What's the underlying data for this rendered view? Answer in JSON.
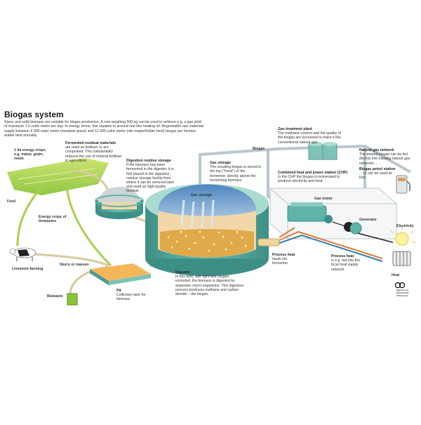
{
  "title": "Biogas system",
  "intro": "Slurry and solid biomass are suitable for biogas production. A cow weighing 500 kg can be used to achieve e.g. a gas yield of maximum 1.5 cubic metre per day. In energy terms, this equates to around one litre heating oil. Regrowable raw materials supply between 6 000 cubic metre (meadow grass) and 12 000 cubic metre (silo maize/fodder beet) biogas per hectare arable land annually.",
  "labels": {
    "energy_crops": "1 ha energy crops, e.g. maize, grain, reeds",
    "fermented_title": "Fermented residual materials",
    "fermented_text": "are used as fertiliser or are composted. This substantially reduces the use of mineral fertiliser in agriculture.",
    "digestion_title": "Digestion residue storage",
    "digestion_text": "If the biomass has been fermented in the digester, it is first placed in the digestion residue storage facility from where it can be removed later and used as high-quality fertiliser.",
    "feed": "Feed",
    "energy_crops_biowaste": "Energy crops of biowastes",
    "livestock": "Livestock farming",
    "slurry": "Slurry or manure",
    "biowaste": "Biowaste",
    "pit_title": "Pit",
    "pit_text": "Collection tank for biomass",
    "biogas": "Biogas",
    "gas_storage_title": "Gas storage",
    "gas_storage_text": "The resulting biogas is stored in the top (\"hood\") of the fermenter, directly above the fermenting biomass.",
    "gas_storage_dome": "Gas storage",
    "treatment_title": "Gas treatment plant",
    "treatment_text": "The methane content and the quality of the biogas are increased to make it like conventional natural gas.",
    "chp_title": "Combined heat and power station (CHP)",
    "chp_text": "In the CHP the biogas is incinerated to produce electricity and heat.",
    "natural_gas_title": "Natural gas network",
    "natural_gas_text": "The treated biogas can be fed directly into existing natural gas networks ...",
    "petrol_title": "Biogas petrol station",
    "petrol_text": "... or can be used as fuel.",
    "gas_motor": "Gas motor",
    "generator": "Generator",
    "electricity": "Electricity",
    "process_heat1_title": "Process heat",
    "process_heat1_text": "heats the fermenter",
    "process_heat2_title": "Process heat",
    "process_heat2_text": "is e.g. fed into the local heat supply network",
    "heat": "Heat",
    "digester_title": "Digester",
    "digester_text": "In this tank, with light and oxygen excluded, the biomass is digested by anaerobic micro-organisms. This digestion process produces methane and carbon dioxide – the biogas.",
    "logo_text": "Agency for Renewable Resources"
  },
  "colors": {
    "teal": "#5fb3a8",
    "teal_dark": "#3d8f86",
    "gas_blue": "#6f9fc9",
    "biomass": "#e0a94a",
    "grass": "#9ccc3c",
    "pipe": "#d9c9a0",
    "heat_orange": "#e07a3a",
    "cool_blue": "#2f7fb0",
    "gas_pipe": "#b9c6cf"
  }
}
